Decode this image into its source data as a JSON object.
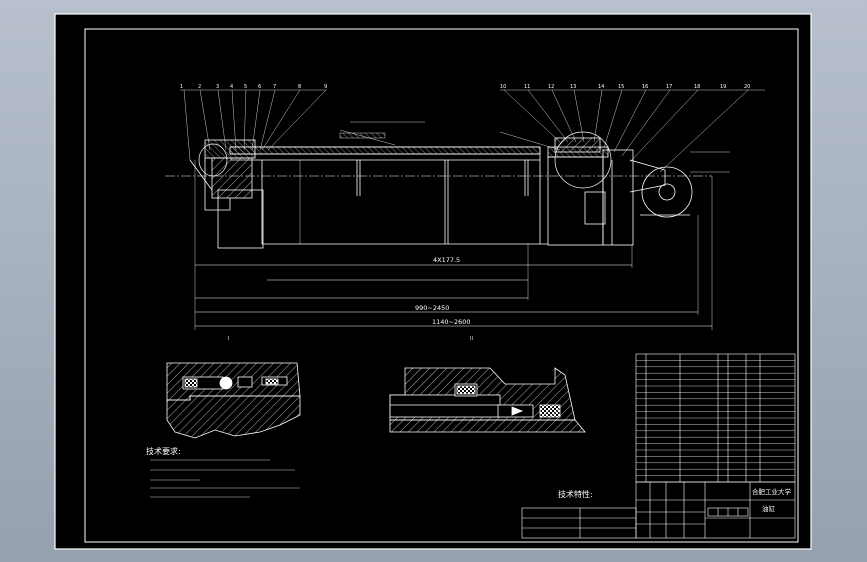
{
  "drawing": {
    "balloons": [
      "1",
      "2",
      "3",
      "4",
      "5",
      "6",
      "7",
      "8",
      "9",
      "10",
      "11",
      "12",
      "13",
      "14",
      "15",
      "16",
      "17",
      "18",
      "19",
      "20"
    ],
    "dims": {
      "bore_4x": "4X177.5",
      "stroke": "990~2450",
      "total": "1140~2600"
    },
    "detail_views": {
      "left": "I",
      "right": "II"
    },
    "notes_title": "技术要求:",
    "table_title": "技术特性:",
    "title_block": {
      "school": "合肥工业大学",
      "drawing_name": "油缸"
    }
  },
  "colors": {
    "background": "#000000",
    "line": "#ffffff",
    "accent": "#ffffff"
  }
}
